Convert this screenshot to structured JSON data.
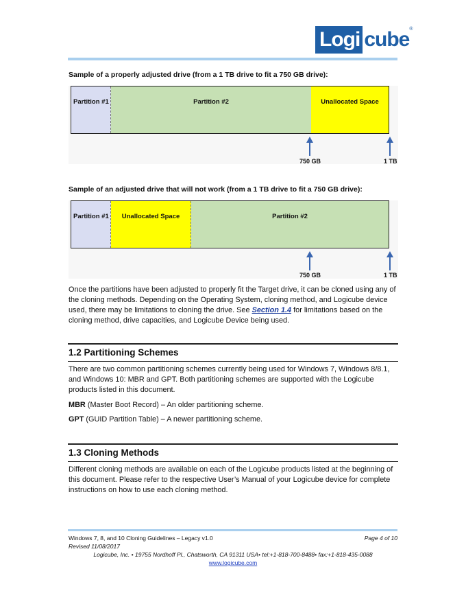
{
  "header": {
    "logo_box": "Logi",
    "logo_rest": "cube",
    "logo_reg": "®"
  },
  "diagram1": {
    "caption": "Sample of a properly adjusted drive (from a 1 TB drive to fit a 750 GB drive):",
    "segments": [
      "Partition #1",
      "Partition #2",
      "Unallocated Space"
    ],
    "marker_750": "750 GB",
    "marker_1tb": "1 TB"
  },
  "diagram2": {
    "caption": "Sample of an adjusted drive that will not work (from a 1 TB drive to fit a 750 GB drive):",
    "segments": [
      "Partition #1",
      "Unallocated Space",
      "Partition #2"
    ],
    "marker_750": "750 GB",
    "marker_1tb": "1 TB"
  },
  "body": {
    "p1_before": "Once the partitions have been adjusted to properly fit the Target drive, it can be cloned using any of the cloning methods. Depending on the Operating System, cloning method, and Logicube device used, there may be limitations to cloning the drive. See ",
    "p1_link": "Section 1.4",
    "p1_after": " for limitations based on the cloning method, drive capacities, and Logicube Device being used.",
    "h12": "1.2   Partitioning Schemes",
    "p2": "There are two common partitioning schemes currently being used for Windows 7, Windows 8/8.1, and Windows 10: MBR and GPT. Both partitioning schemes are supported with the Logicube products listed in this document.",
    "mbr_term": "MBR",
    "mbr_desc": " (Master Boot Record) – An older partitioning scheme.",
    "gpt_term": "GPT",
    "gpt_desc": " (GUID Partition Table) – A newer partitioning scheme.",
    "h13": "1.3   Cloning Methods",
    "p3": "Different cloning methods are available on each of the Logicube products listed at the beginning of this document. Please refer to the respective User’s Manual of your Logicube device for complete instructions on how to use each cloning method."
  },
  "footer": {
    "doc_title": "Windows 7, 8, and 10 Cloning Guidelines – Legacy v1.0",
    "page": "Page 4 of 10",
    "revised": "Revised 11/08/2017",
    "address": "Logicube, Inc. • 19755 Nordhoff Pl., Chatsworth, CA 91311 USA• tel:+1-818-700-8488• fax:+1-818-435-0088",
    "url": "www.logicube.com"
  },
  "colors": {
    "brand_blue": "#1f5fa6",
    "partition1": "#d9ddf2",
    "partition2": "#c6e0b4",
    "unallocated": "#ffff00",
    "arrow": "#3a66b0"
  }
}
